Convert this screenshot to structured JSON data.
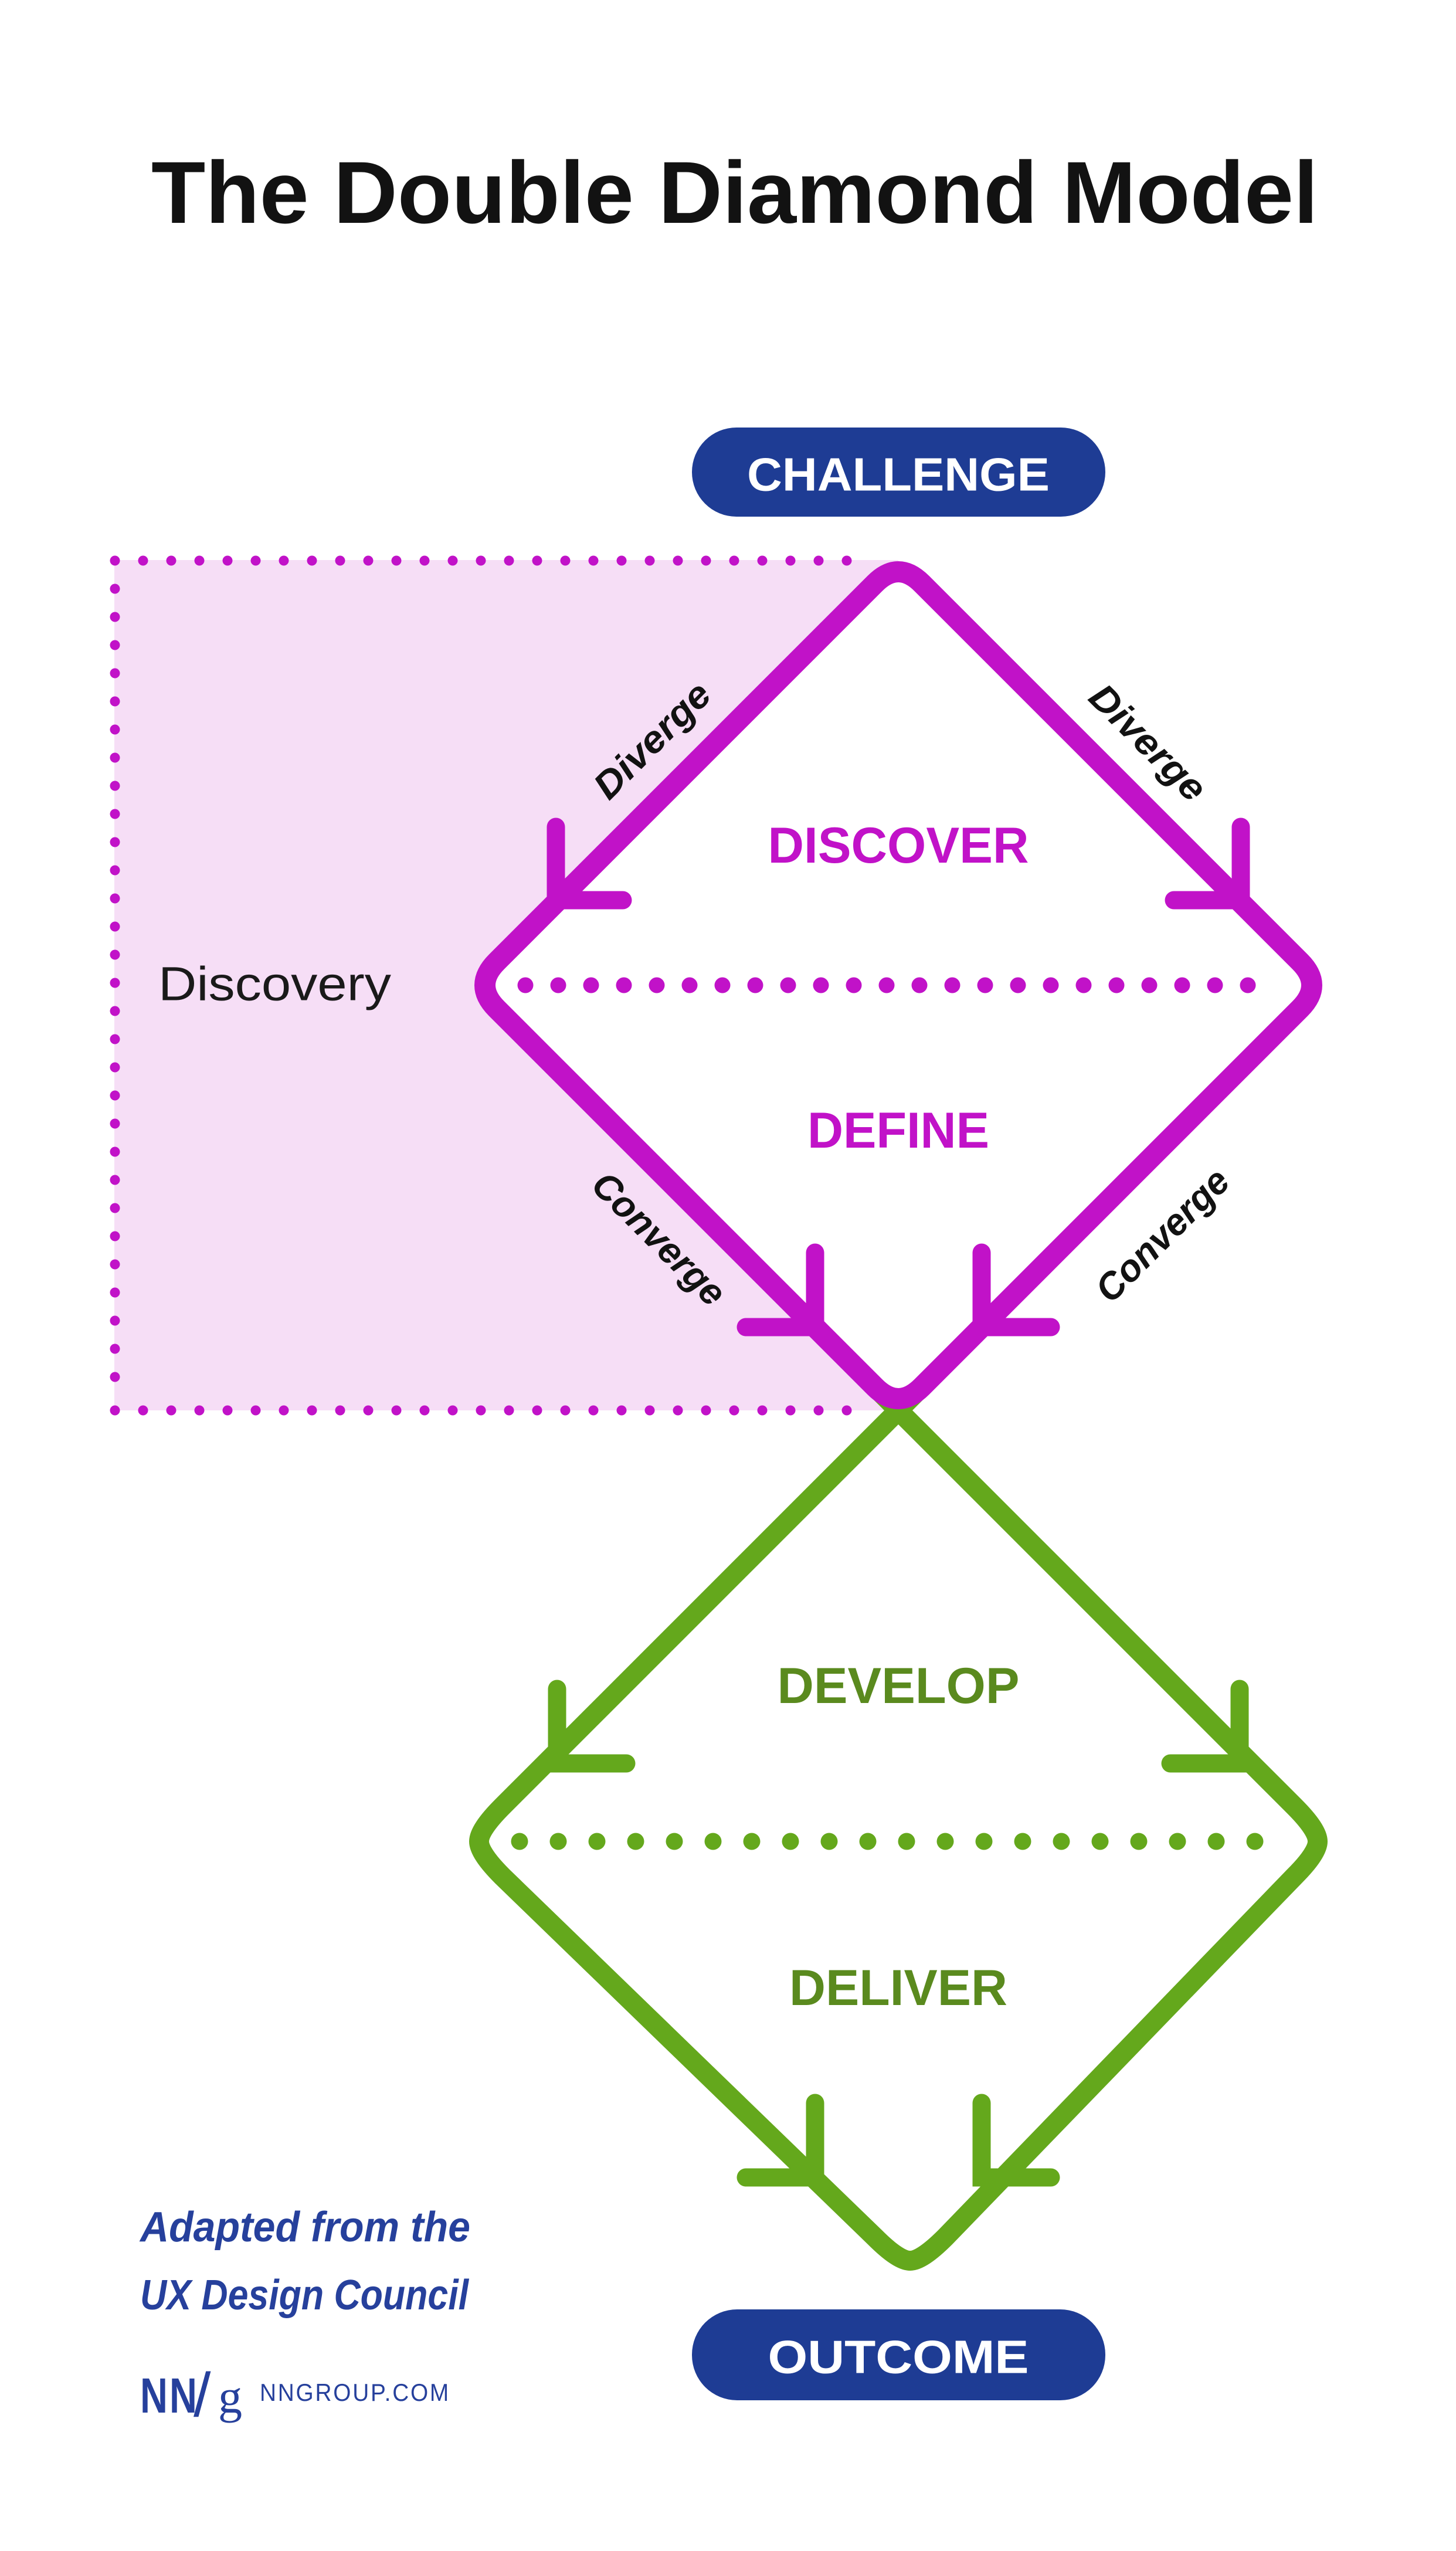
{
  "title": "The Double Diamond Model",
  "colors": {
    "magenta": "#c112c8",
    "pink": "#f6def6",
    "green": "#64a81c",
    "green_dark": "#5a8a1e",
    "blue_badge": "#1e3c94",
    "blue_text": "#26409c",
    "ink": "#121212",
    "paper": "#ffffff"
  },
  "badges": {
    "top": "CHALLENGE",
    "bottom": "OUTCOME"
  },
  "discovery_phase": {
    "region_label": "Discovery",
    "diverge_left": "Diverge",
    "diverge_right": "Diverge",
    "converge_left": "Converge",
    "converge_right": "Converge",
    "discover": "DISCOVER",
    "define": "DEFINE"
  },
  "delivery_phase": {
    "develop": "DEVELOP",
    "deliver": "DELIVER"
  },
  "credit": {
    "line1": "Adapted from the",
    "line2": "UX Design Council"
  },
  "logo": {
    "nn": "NN",
    "slash": "/",
    "g": "g",
    "site": "NNGROUP.COM"
  }
}
